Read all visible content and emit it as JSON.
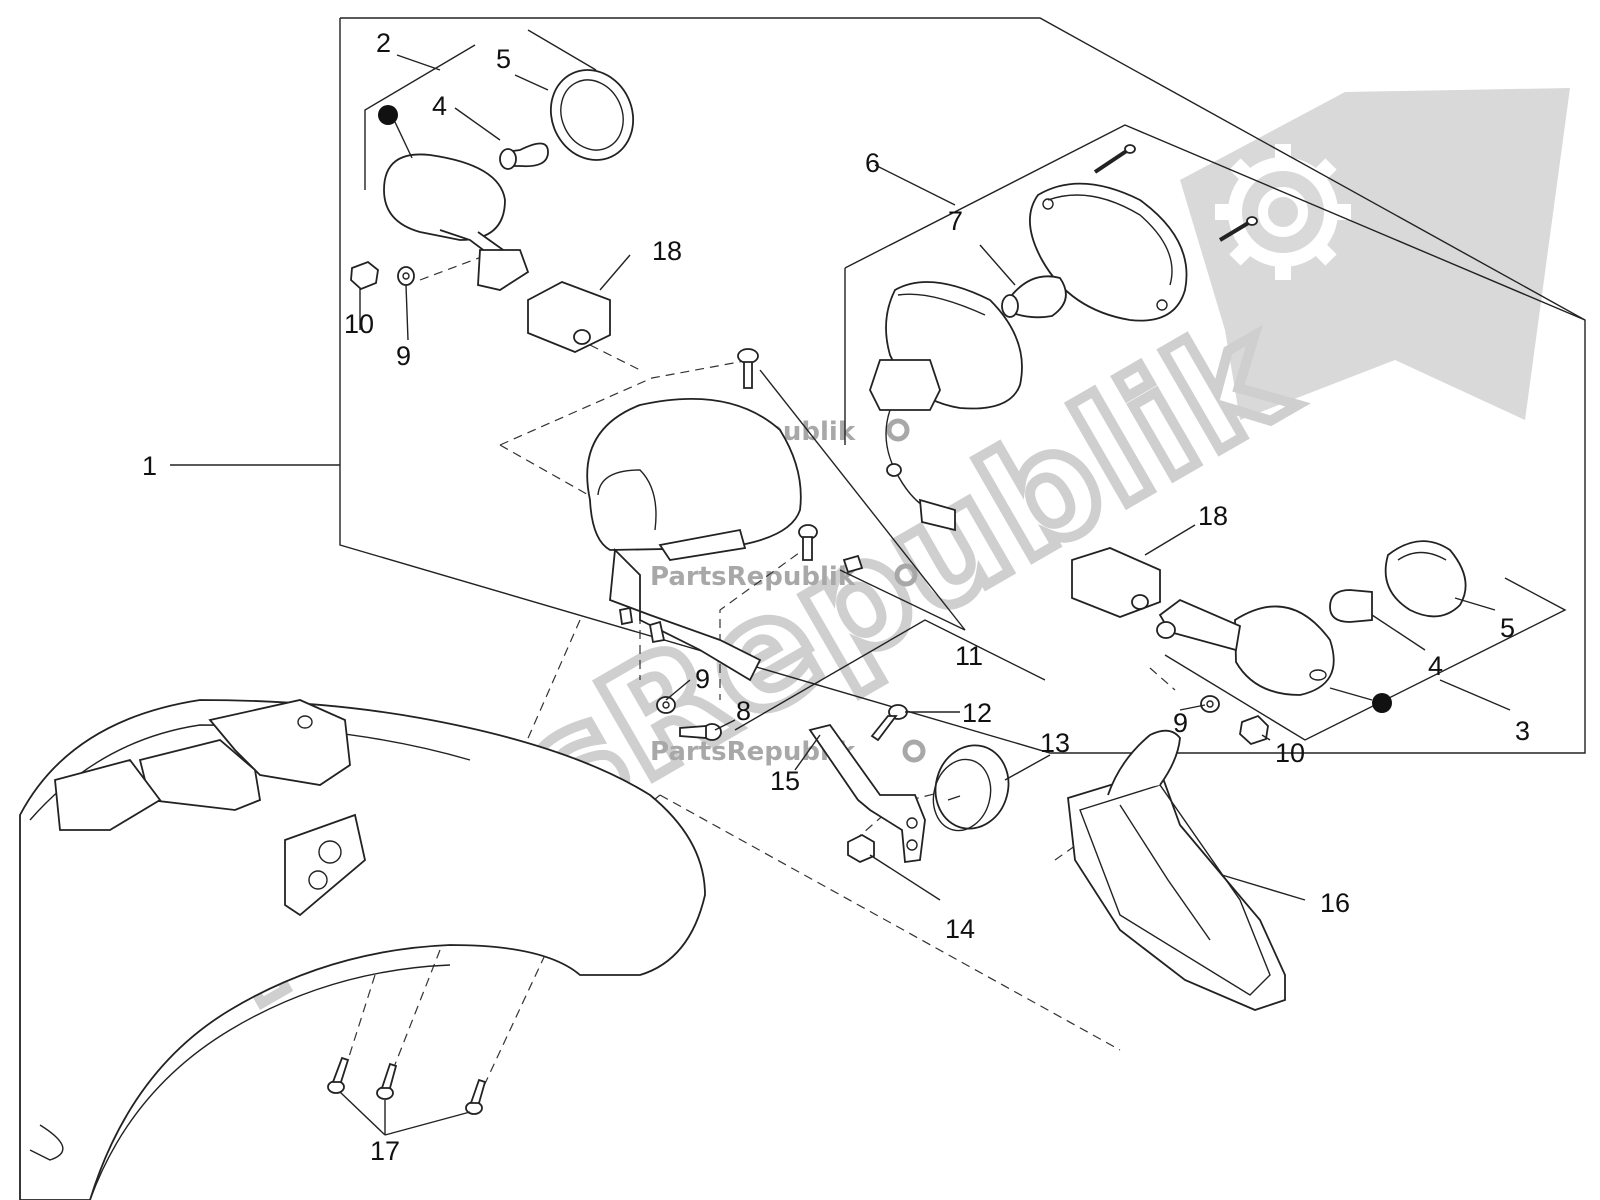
{
  "watermark": {
    "brand": "PartsRepublik",
    "gear_icon": "gear-icon",
    "small_marks": [
      "PartsRepublik",
      "PartsRepublik",
      "PartsRepublik"
    ]
  },
  "callouts": [
    "1",
    "2",
    "3",
    "4",
    "4",
    "5",
    "5",
    "6",
    "7",
    "8",
    "9",
    "9",
    "9",
    "10",
    "10",
    "11",
    "12",
    "13",
    "14",
    "15",
    "16",
    "17",
    "18",
    "18"
  ]
}
